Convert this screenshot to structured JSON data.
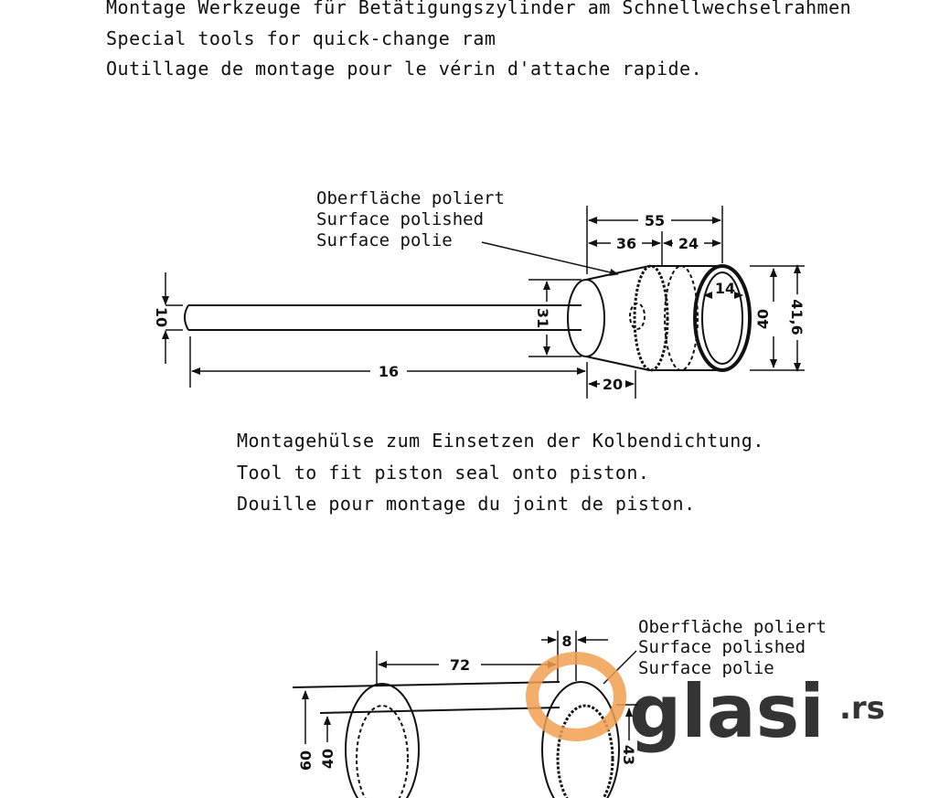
{
  "header": {
    "line1": "Montage Werkzeuge für Betätigungszylinder am Schnellwechselrahmen",
    "line2": "Special tools for quick-change ram",
    "line3": "Outillage de montage pour le vérin d'attache rapide."
  },
  "figure1": {
    "note": [
      "Oberfläche poliert",
      "Surface polished",
      "Surface polie"
    ],
    "dims": {
      "d10": "10",
      "d16": "16",
      "d31": "31",
      "d20": "20",
      "d55": "55",
      "d36": "36",
      "d24": "24",
      "d14": "14",
      "d40": "40",
      "d416": "41,6"
    }
  },
  "caption1": {
    "de": "Montagehülse zum Einsetzen der Kolbendichtung.",
    "en": "Tool to fit piston seal onto piston.",
    "fr": "Douille pour montage du joint de piston."
  },
  "figure2": {
    "note": [
      "Oberfläche poliert",
      "Surface polished",
      "Surface polie"
    ],
    "dims": {
      "d8": "8",
      "d72": "72",
      "d60": "60",
      "d40": "40",
      "d43": "43"
    }
  },
  "watermark": {
    "brand": "glasi",
    "tld": ".rs",
    "color": "#f0a050"
  }
}
